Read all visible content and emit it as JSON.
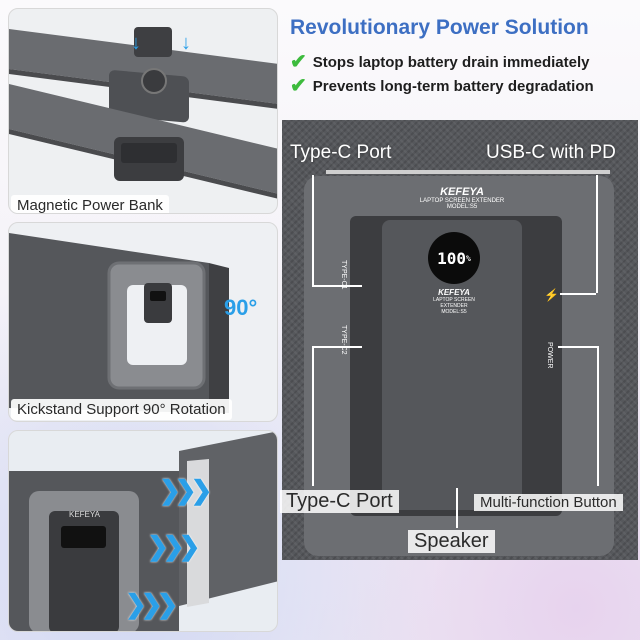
{
  "header": {
    "title": "Revolutionary Power Solution",
    "bullets": [
      "Stops laptop battery drain immediately",
      "Prevents long-term battery degradation"
    ]
  },
  "panels": {
    "magnetic": {
      "caption": "Magnetic Power Bank"
    },
    "kickstand": {
      "caption": "Kickstand Support 90° Rotation",
      "angle_label": "90°"
    },
    "insert": {
      "brand": "KEFEYA"
    }
  },
  "device": {
    "brand": "KEFEYA",
    "subtitle": "LAPTOP SCREEN EXTENDER",
    "model": "MODEL:S5",
    "display": "100",
    "display_unit": "%",
    "port_labels": [
      "TYPE-C1",
      "TYPE-C2"
    ],
    "power_label": "POWER"
  },
  "callouts": {
    "type_c_top": "Type-C Port",
    "usb_c_pd": "USB-C with PD",
    "type_c_bottom": "Type-C Port",
    "multi_button": "Multi-function Button",
    "speaker": "Speaker"
  },
  "colors": {
    "title_blue": "#3d6fc3",
    "check_green": "#3dbb3d",
    "arrow_blue": "#2a9fe8"
  }
}
